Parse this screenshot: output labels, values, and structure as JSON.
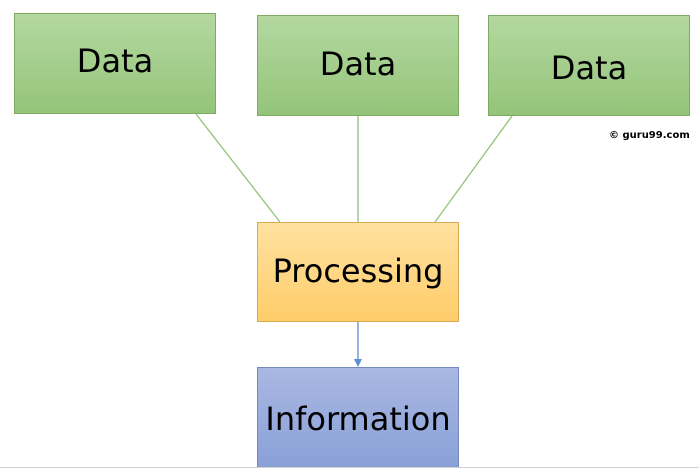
{
  "diagram": {
    "data_nodes": [
      "Data",
      "Data",
      "Data"
    ],
    "processing": "Processing",
    "information": "Information",
    "copyright": "© guru99.com"
  },
  "colors": {
    "data_fill": "#a9d08e",
    "data_connector": "#8fc47a",
    "processing_fill": "#ffd97f",
    "information_fill": "#8ea4db",
    "arrow": "#5b8fd0"
  }
}
